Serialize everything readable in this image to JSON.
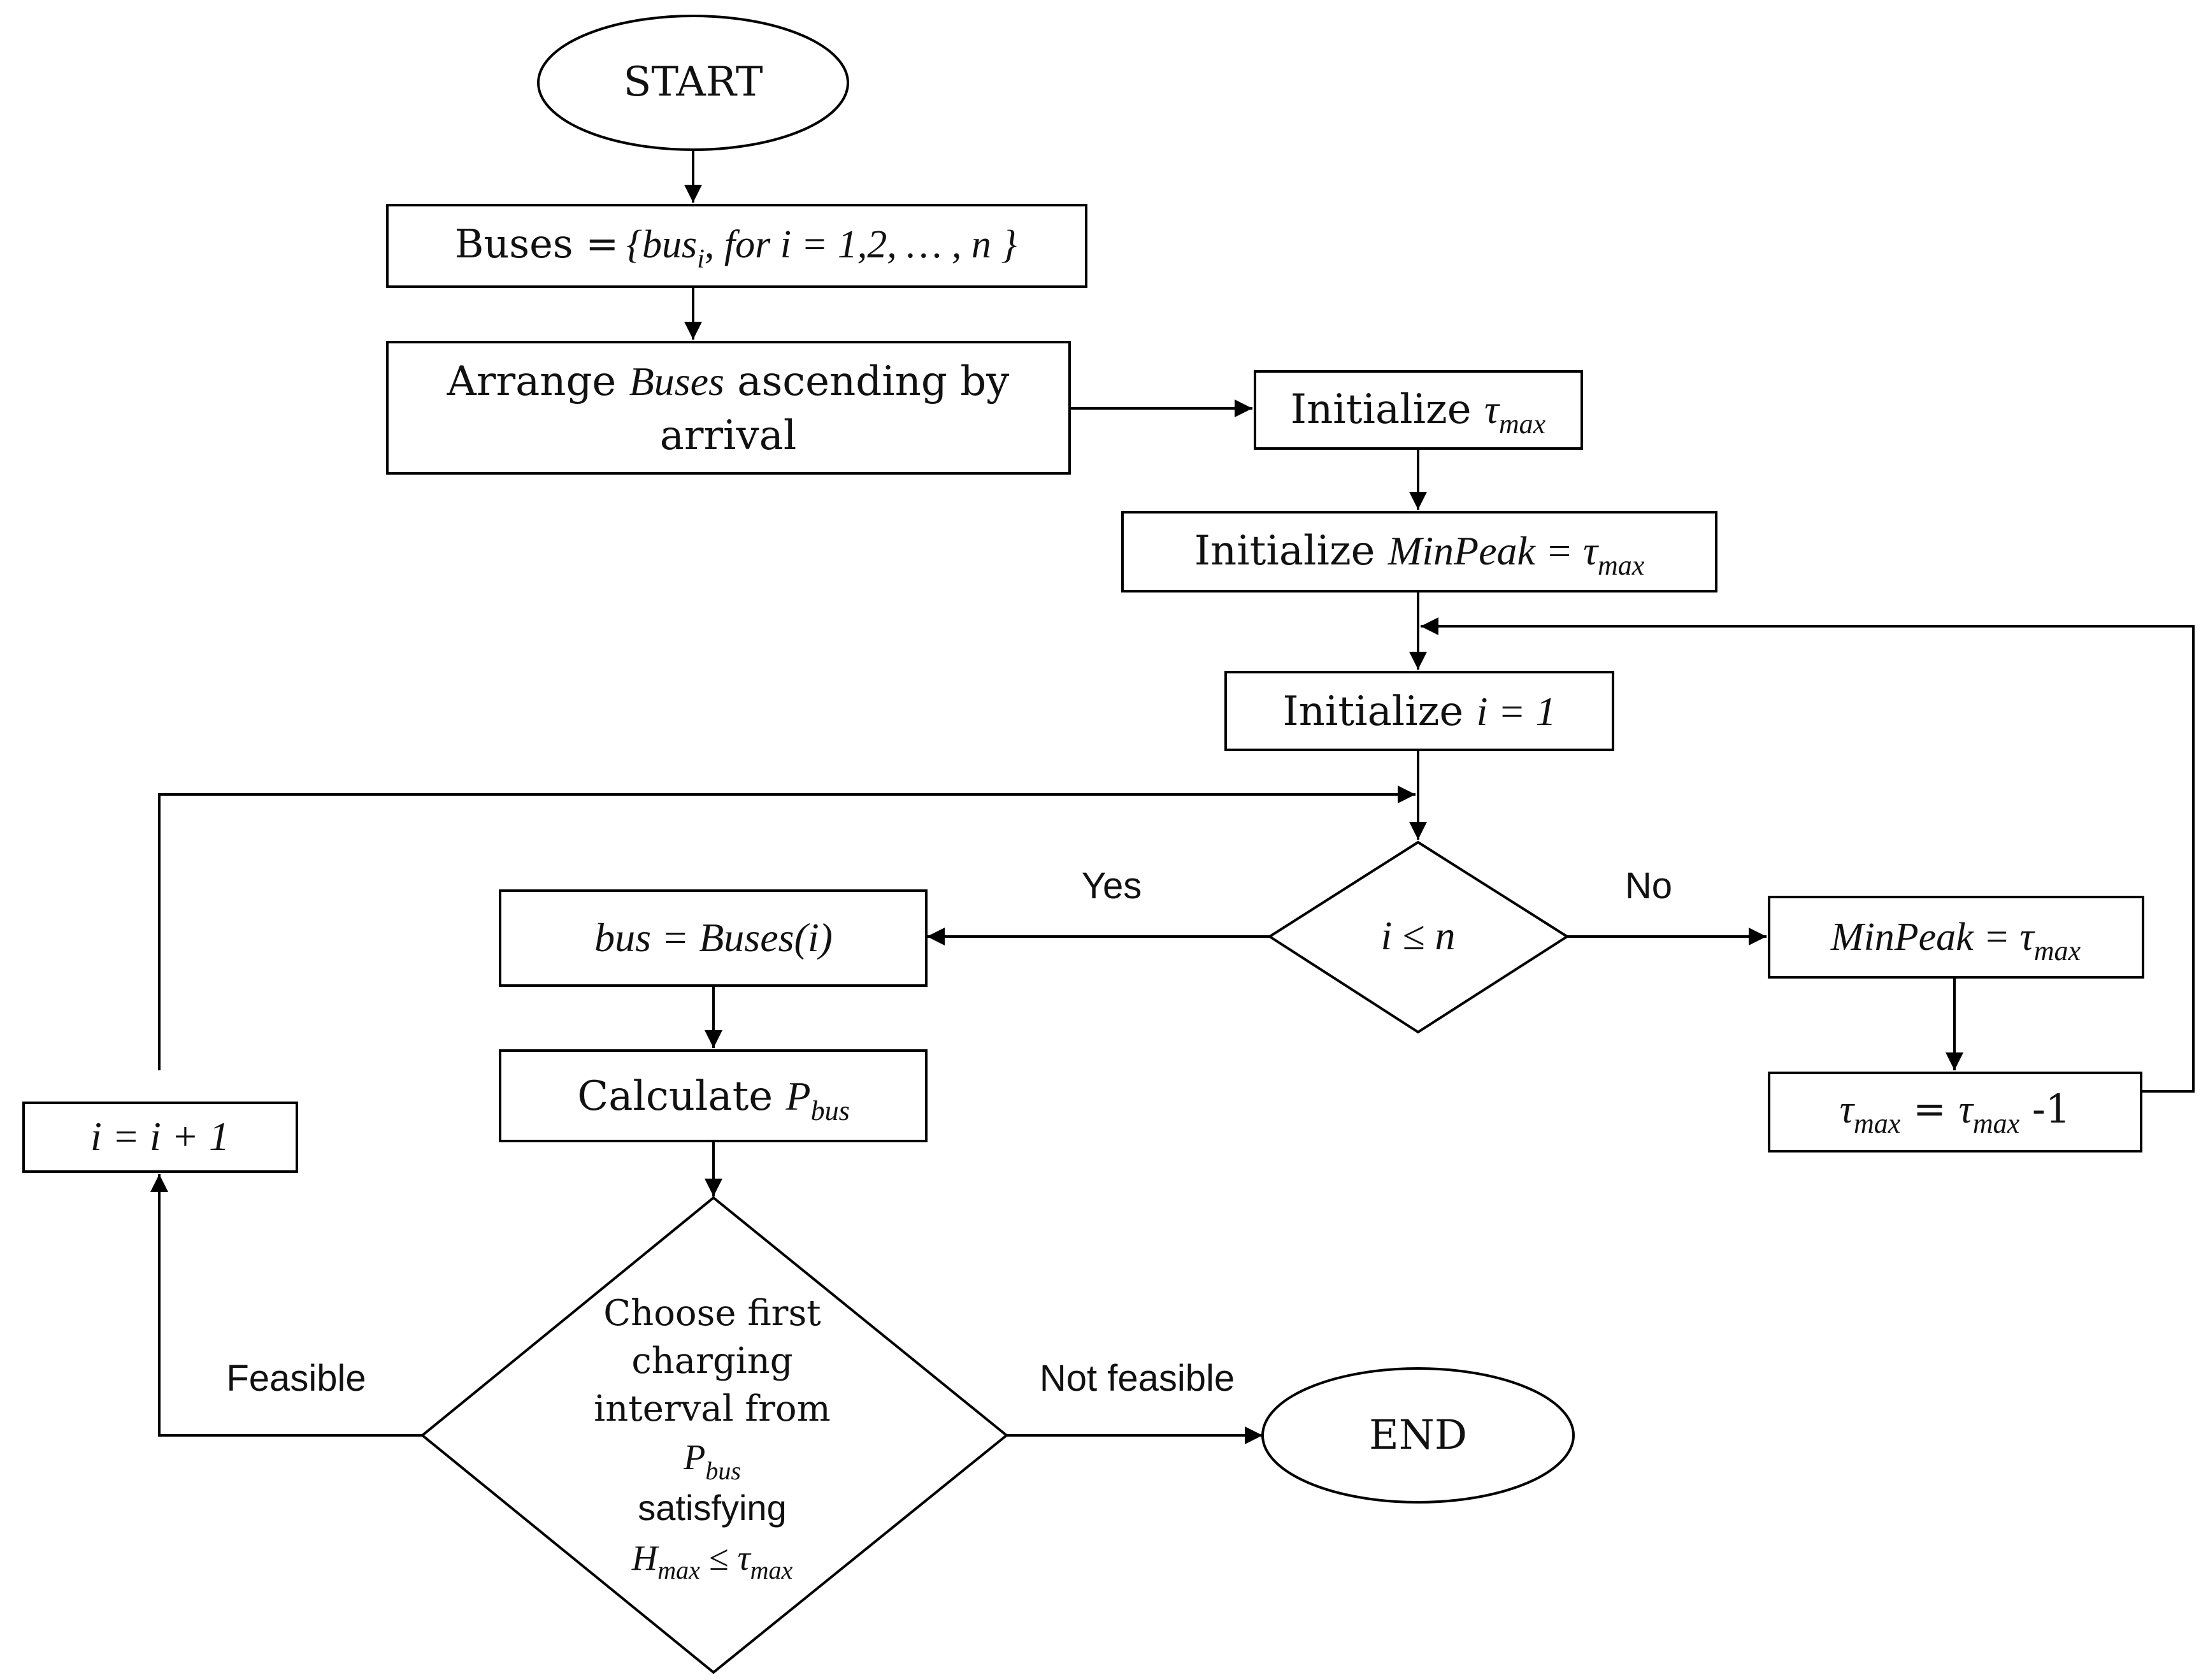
{
  "flowchart": {
    "start": "START",
    "end": "END",
    "buses_set": {
      "label": "Buses =",
      "set": "{bus",
      "sub": "i",
      "rest": ", for i = 1,2, … , n }"
    },
    "arrange": {
      "line1_a": "Arrange ",
      "line1_var": "Buses",
      "line1_b": " ascending by",
      "line2": "arrival"
    },
    "init_tau": {
      "word": "Initialize ",
      "var": "τ",
      "sub": "max"
    },
    "init_minpeak": {
      "word": "Initialize ",
      "var": "MinPeak",
      "eq": " = ",
      "tau": "τ",
      "sub": "max"
    },
    "init_i": {
      "word": "Initialize ",
      "expr": "i = 1"
    },
    "decision_i": {
      "expr": "i ≤ n"
    },
    "assign_bus": {
      "expr": "bus = Buses(i)"
    },
    "calc_p": {
      "word": "Calculate ",
      "var": "P",
      "sub": "bus"
    },
    "increment_i": {
      "expr": "i = i + 1"
    },
    "minpeak_update": {
      "var": "MinPeak",
      "eq": " = ",
      "tau": "τ",
      "sub": "max"
    },
    "tau_decrement": {
      "tau1": "τ",
      "sub1": "max",
      "eq": " = ",
      "tau2": "τ",
      "sub2": "max",
      "tail": " -1"
    },
    "choose": {
      "line1": "Choose first",
      "line2": "charging",
      "line3": "interval from",
      "p_var": "P",
      "p_sub": "bus",
      "line5": "satisfying",
      "h_var": "H",
      "h_sub": "max",
      "cond": " ≤ ",
      "tau": "τ",
      "tau_sub": "max"
    },
    "labels": {
      "yes": "Yes",
      "no": "No",
      "feasible": "Feasible",
      "not_feasible": "Not feasible"
    }
  }
}
